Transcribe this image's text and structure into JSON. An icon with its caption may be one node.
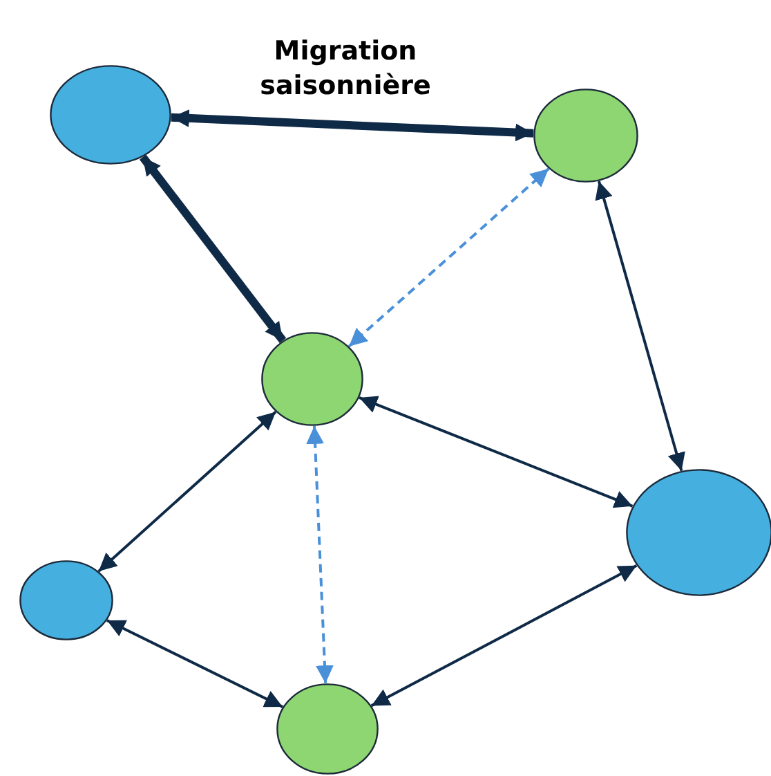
{
  "diagram": {
    "nodes": [
      {
        "text": [],
        "shape": "circle"
      },
      {
        "text": [],
        "shape": "circle"
      },
      {
        "text": [],
        "shape": "circle"
      },
      {
        "text": [],
        "shape": "circle"
      },
      {
        "text": [],
        "shape": "circle"
      },
      {
        "text": [],
        "shape": "circle"
      }
    ],
    "edges": [
      {
        "from": 0,
        "to": 1,
        "arrow": "both",
        "style": "thick",
        "label": "Migration saisonnière"
      },
      {
        "from": 0,
        "to": 2,
        "arrow": "both",
        "style": "thick"
      },
      {
        "from": 1,
        "to": 2,
        "arrow": "both",
        "style": "dashed",
        "color": "#4a90d9"
      },
      {
        "from": 1,
        "to": 3,
        "arrow": "both"
      },
      {
        "from": 2,
        "to": 3,
        "arrow": "both"
      },
      {
        "from": 2,
        "to": 4,
        "arrow": "both"
      },
      {
        "from": 2,
        "to": 5,
        "arrow": "both",
        "style": "dashed",
        "color": "#4a90d9"
      },
      {
        "from": 4,
        "to": 5,
        "arrow": "both"
      },
      {
        "from": 5,
        "to": 3,
        "arrow": "both"
      }
    ]
  }
}
